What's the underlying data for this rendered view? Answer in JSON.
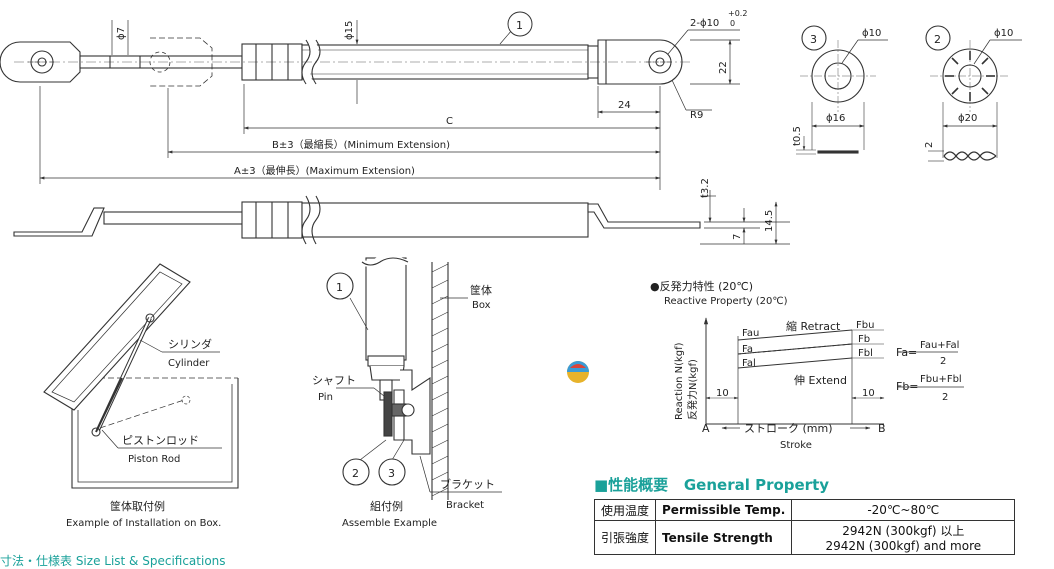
{
  "callouts": {
    "c1": "1",
    "c2": "2",
    "c3": "3"
  },
  "dims": {
    "phi7": "ϕ7",
    "phi15": "ϕ15",
    "hole": "2-ϕ10",
    "hole_tol_upper": "+0.2",
    "hole_tol_lower": "0",
    "d22": "22",
    "d24": "24",
    "r9": "R9",
    "c": "C",
    "b": "B±3（最縮長）(Minimum Extension)",
    "a": "A±3（最伸長）(Maximum Extension)",
    "t32": "t3.2",
    "d7": "7",
    "d145": "14.5",
    "phi10a": "ϕ10",
    "phi10b": "ϕ10",
    "phi16": "ϕ16",
    "phi20": "ϕ20",
    "t105": "t0.5",
    "d2": "2"
  },
  "box_install": {
    "cyl_jp": "シリンダ",
    "cyl_en": "Cylinder",
    "rod_jp": "ピストンロッド",
    "rod_en": "Piston Rod",
    "caption_jp": "筐体取付例",
    "caption_en": "Example of Installation on Box."
  },
  "assemble": {
    "box_jp": "筐体",
    "box_en": "Box",
    "pin_jp": "シャフト",
    "pin_en": "Pin",
    "bracket_jp": "ブラケット",
    "bracket_en": "Bracket",
    "caption_jp": "組付例",
    "caption_en": "Assemble Example"
  },
  "reactive": {
    "title_jp": "●反発力特性 (20℃)",
    "title_en": "Reactive Property (20℃)",
    "ylabel_en": "Reaction N(kgf)",
    "ylabel_jp": "反発力N(kgf)",
    "retract": "縮 Retract",
    "extend": "伸 Extend",
    "fau": "Fau",
    "fa": "Fa",
    "fal": "Fal",
    "fbu": "Fbu",
    "fb": "Fb",
    "fbl": "Fbl",
    "ten1": "10",
    "ten2": "10",
    "a": "A",
    "b": "B",
    "stroke_jp": "ストローク (mm)",
    "stroke_en": "Stroke",
    "formula_fa_lhs": "Fa=",
    "formula_fa_num": "Fau+Fal",
    "formula_fa_den": "2",
    "formula_fb_lhs": "Fb=",
    "formula_fb_num": "Fbu+Fbl",
    "formula_fb_den": "2"
  },
  "general_property": {
    "heading_jp": "■性能概要",
    "heading_en": "General Property",
    "rows": [
      {
        "jp": "使用温度",
        "en": "Permissible Temp.",
        "value": "-20℃~80℃",
        "value2": ""
      },
      {
        "jp": "引張強度",
        "en": "Tensile Strength",
        "value": "2942N (300kgf) 以上",
        "value2": "2942N (300kgf) and more"
      }
    ]
  },
  "footer": "寸法・仕様表 Size List & Specifications",
  "colors": {
    "line": "#333333",
    "accent": "#1aa19a"
  }
}
